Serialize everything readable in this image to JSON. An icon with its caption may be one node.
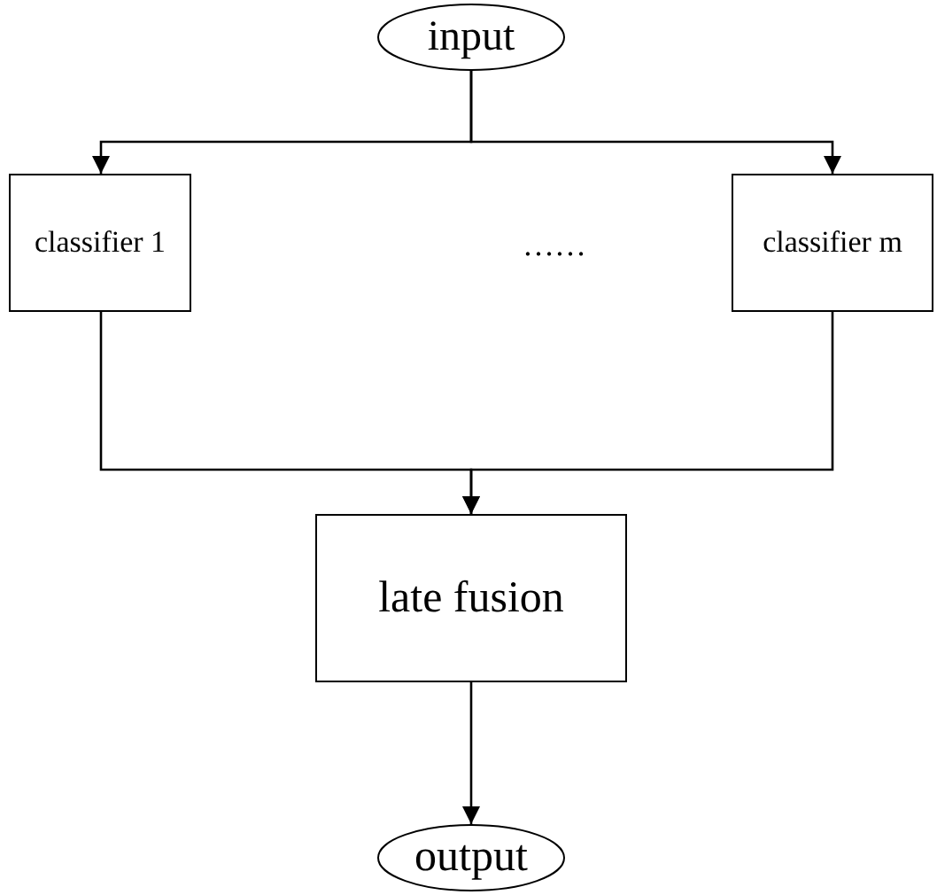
{
  "diagram": {
    "nodes": [
      {
        "text": [
          "input"
        ]
      },
      {
        "text": [
          "classifier 1"
        ]
      },
      {
        "text": [
          "classifier m"
        ]
      },
      {
        "text": [
          "late fusion"
        ]
      },
      {
        "text": [
          "output"
        ]
      }
    ],
    "edges": [
      {
        "from": 0,
        "to": 1,
        "arrow": "to"
      },
      {
        "from": 0,
        "to": 2,
        "arrow": "to"
      },
      {
        "from": 1,
        "to": 3,
        "arrow": "to"
      },
      {
        "from": 2,
        "to": 3,
        "arrow": "to"
      },
      {
        "from": 3,
        "to": 4,
        "arrow": "to"
      }
    ],
    "labels": [
      "……"
    ]
  }
}
